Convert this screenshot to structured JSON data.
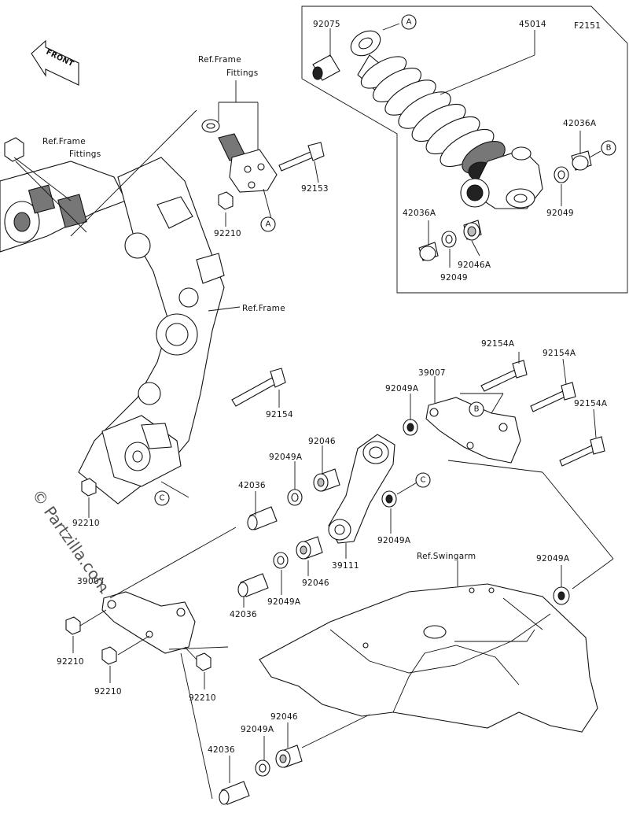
{
  "figure_code": "F2151",
  "front_label": "FRONT",
  "watermark": "© Partzilla.com",
  "refs": {
    "frame_fittings_1": "Ref.Frame\nFittings",
    "frame_fittings_2": "Ref.Frame\nFittings",
    "frame": "Ref.Frame",
    "swingarm": "Ref.Swingarm"
  },
  "callouts": [
    "A",
    "A",
    "B",
    "B",
    "C",
    "C"
  ],
  "parts": [
    "92075",
    "45014",
    "42036A",
    "42036A",
    "92049",
    "92049",
    "92046A",
    "92153",
    "92210",
    "92154",
    "92154A",
    "92154A",
    "92154A",
    "39007",
    "92049A",
    "92046",
    "92049A",
    "92049A",
    "42036",
    "39111",
    "92046",
    "92049A",
    "42036",
    "92049A",
    "92210",
    "92210",
    "92210",
    "92210",
    "92046",
    "92049A",
    "42036",
    "39007"
  ]
}
